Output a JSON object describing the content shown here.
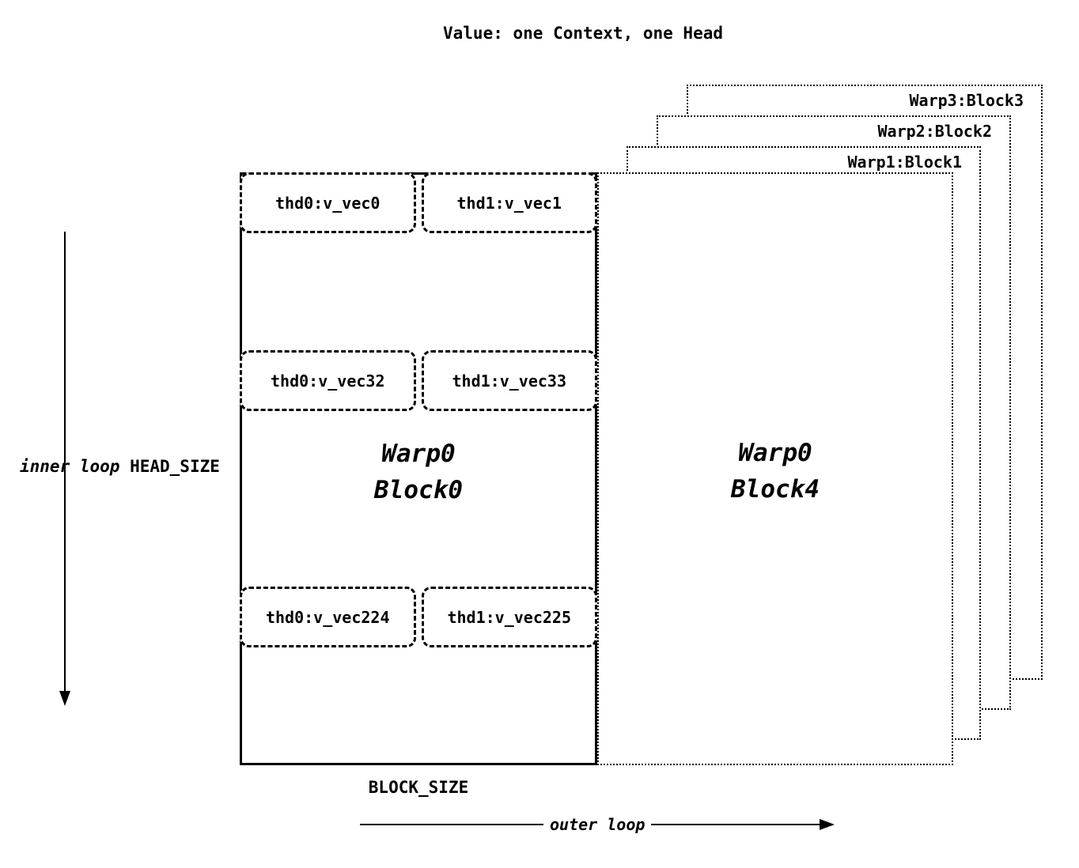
{
  "title": "Value: one Context, one Head",
  "back_blocks": [
    {
      "label": "Warp3:Block3"
    },
    {
      "label": "Warp2:Block2"
    },
    {
      "label": "Warp1:Block1"
    }
  ],
  "front_block": {
    "line1": "Warp0",
    "line2": "Block4"
  },
  "main_block": {
    "line1": "Warp0",
    "line2": "Block0",
    "rows": [
      {
        "left": "thd0:v_vec0",
        "right": "thd1:v_vec1"
      },
      {
        "left": "thd0:v_vec32",
        "right": "thd1:v_vec33"
      },
      {
        "left": "thd0:v_vec224",
        "right": "thd1:v_vec225"
      }
    ]
  },
  "axes": {
    "inner_loop": "inner loop",
    "head_size": "HEAD_SIZE",
    "block_size": "BLOCK_SIZE",
    "outer_loop": "outer loop"
  }
}
